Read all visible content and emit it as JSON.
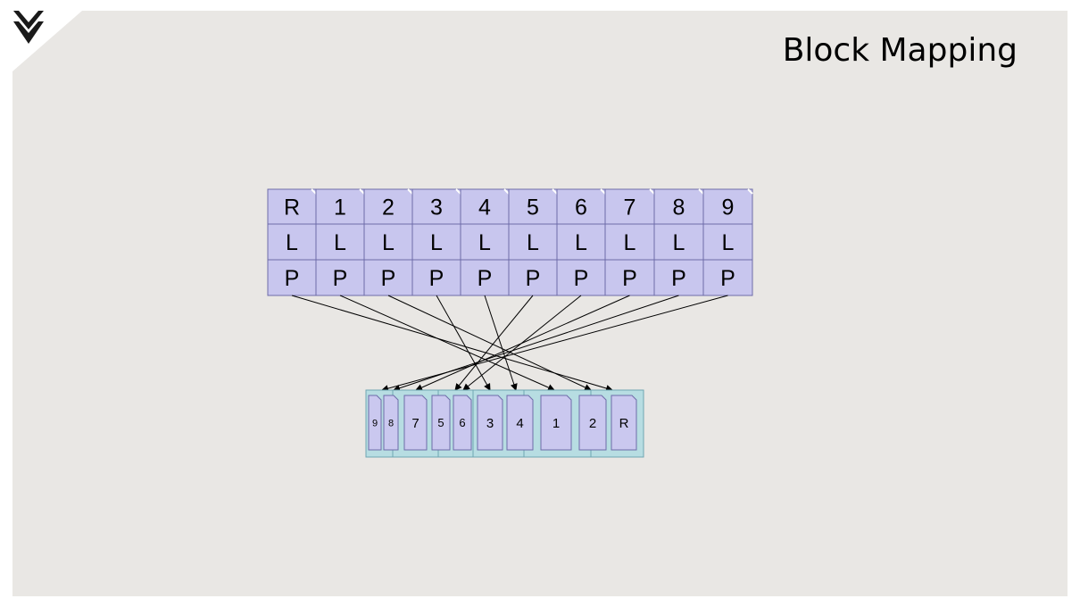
{
  "title": "Block Mapping",
  "logo": {
    "icon": "chevron-shield-icon",
    "color": "#1a1a1a"
  },
  "colors": {
    "slide_bg": "#e9e7e4",
    "cell_fill": "#c8c6ee",
    "cell_stroke": "#6e6ca8",
    "strip_fill": "#b7dde2",
    "strip_stroke": "#6fa6b2",
    "slot_fill": "#cac8ef",
    "slot_stroke": "#6e6ca8",
    "arrow": "#000000"
  },
  "table": {
    "rows": [
      [
        "R",
        "1",
        "2",
        "3",
        "4",
        "5",
        "6",
        "7",
        "8",
        "9"
      ],
      [
        "L",
        "L",
        "L",
        "L",
        "L",
        "L",
        "L",
        "L",
        "L",
        "L"
      ],
      [
        "P",
        "P",
        "P",
        "P",
        "P",
        "P",
        "P",
        "P",
        "P",
        "P"
      ]
    ]
  },
  "storage": {
    "slots": [
      "9",
      "8",
      "7",
      "5",
      "6",
      "3",
      "4",
      "1",
      "2",
      "R"
    ]
  }
}
